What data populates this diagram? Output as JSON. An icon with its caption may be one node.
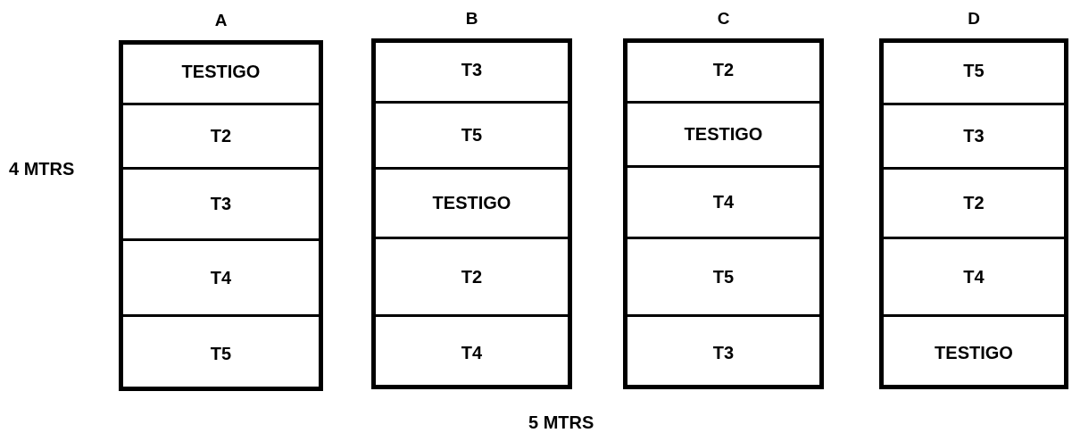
{
  "diagram": {
    "nodes": [
      {
        "text": [
          "A"
        ]
      },
      {
        "text": [
          "TESTIGO"
        ],
        "in": 0
      },
      {
        "text": [
          "T2"
        ],
        "in": 0
      },
      {
        "text": [
          "T3"
        ],
        "in": 0
      },
      {
        "text": [
          "T4"
        ],
        "in": 0
      },
      {
        "text": [
          "T5"
        ],
        "in": 0
      },
      {
        "text": [
          "B"
        ]
      },
      {
        "text": [
          "T3"
        ],
        "in": 6
      },
      {
        "text": [
          "T5"
        ],
        "in": 6
      },
      {
        "text": [
          "TESTIGO"
        ],
        "in": 6
      },
      {
        "text": [
          "T2"
        ],
        "in": 6
      },
      {
        "text": [
          "T4"
        ],
        "in": 6
      },
      {
        "text": [
          "C"
        ]
      },
      {
        "text": [
          "T2"
        ],
        "in": 12
      },
      {
        "text": [
          "TESTIGO"
        ],
        "in": 12
      },
      {
        "text": [
          "T4"
        ],
        "in": 12
      },
      {
        "text": [
          "T5"
        ],
        "in": 12
      },
      {
        "text": [
          "T3"
        ],
        "in": 12
      },
      {
        "text": [
          "D"
        ]
      },
      {
        "text": [
          "T5"
        ],
        "in": 18
      },
      {
        "text": [
          "T3"
        ],
        "in": 18
      },
      {
        "text": [
          "T2"
        ],
        "in": 18
      },
      {
        "text": [
          "T4"
        ],
        "in": 18
      },
      {
        "text": [
          "TESTIGO"
        ],
        "in": 18
      }
    ],
    "edges": [],
    "labels": [
      "4 MTRS",
      "5 MTRS"
    ]
  }
}
